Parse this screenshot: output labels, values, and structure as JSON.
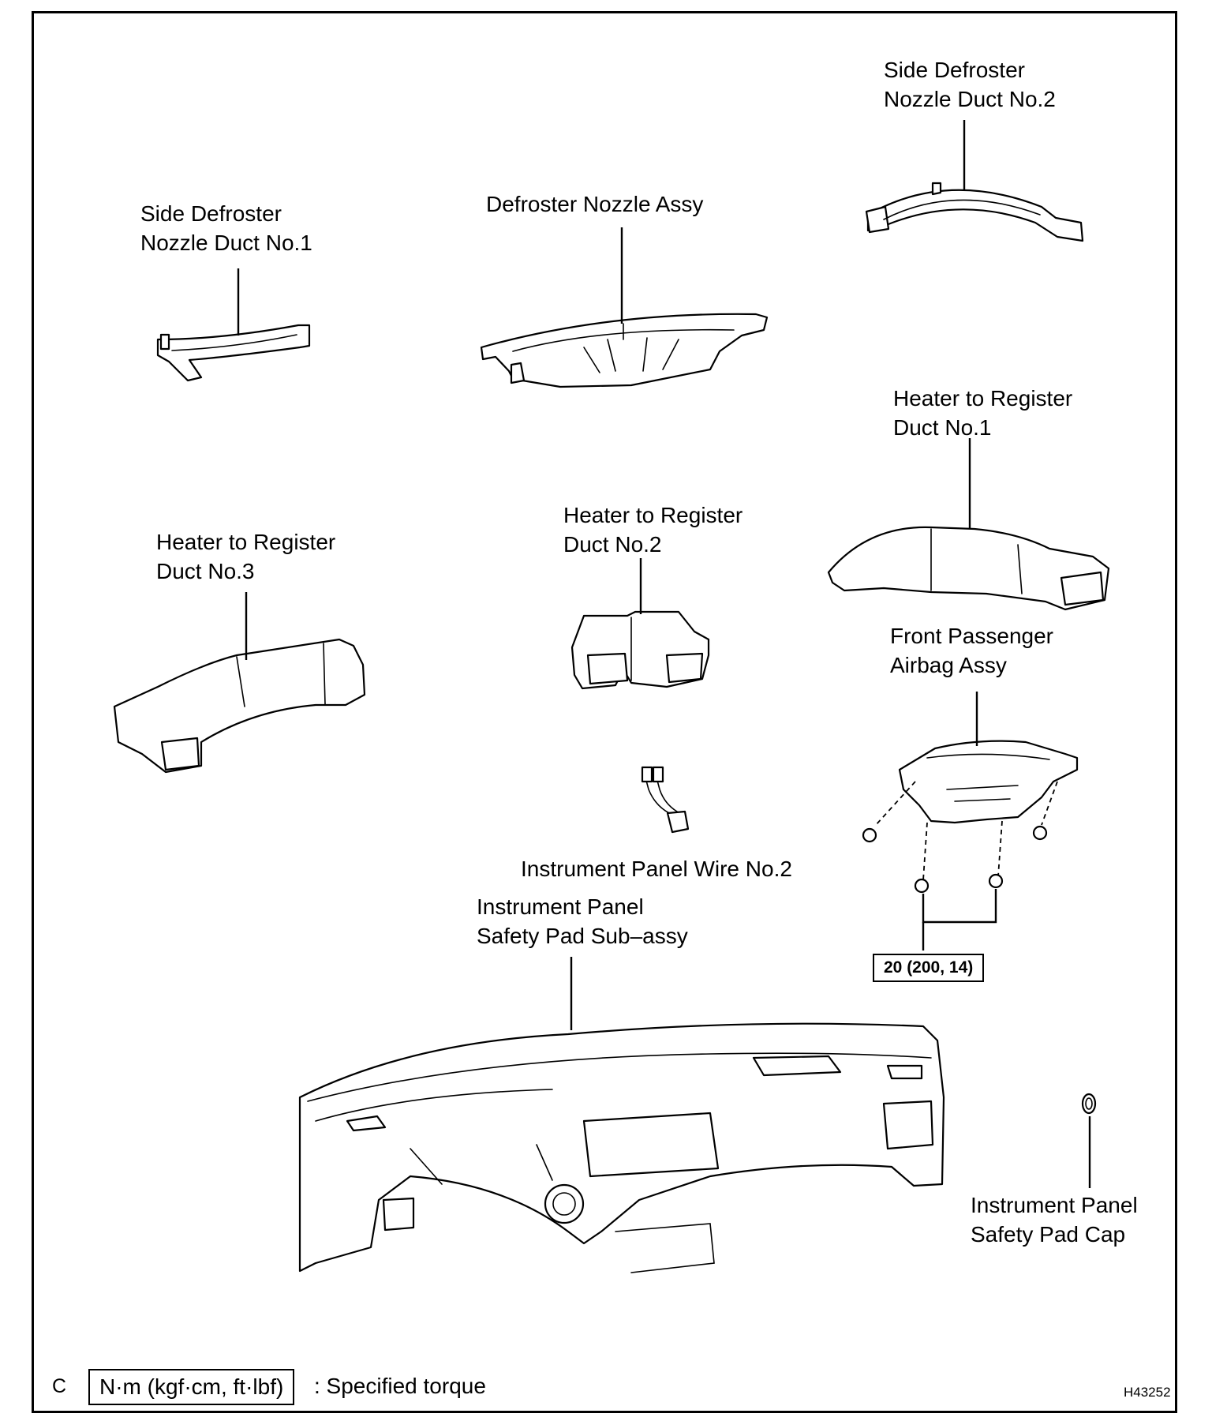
{
  "labels": {
    "side_defroster_duct_2": "Side Defroster\nNozzle Duct No.2",
    "side_defroster_duct_1": "Side Defroster\nNozzle Duct No.1",
    "defroster_nozzle_assy": "Defroster Nozzle Assy",
    "heater_register_duct_1": "Heater to Register\nDuct No.1",
    "heater_register_duct_2": "Heater to Register\nDuct No.2",
    "heater_register_duct_3": "Heater to Register\nDuct No.3",
    "front_passenger_airbag": "Front Passenger\nAirbag Assy",
    "instrument_panel_wire_2": "Instrument Panel Wire No.2",
    "safety_pad_sub_assy": "Instrument Panel\nSafety Pad Sub–assy",
    "safety_pad_cap": "Instrument Panel\nSafety Pad Cap"
  },
  "torque": "20 (200, 14)",
  "legend": {
    "unit_box": "N·m (kgf·cm, ft·lbf)",
    "description": ": Specified torque"
  },
  "corner_letter": "C",
  "figure_code": "H43252"
}
